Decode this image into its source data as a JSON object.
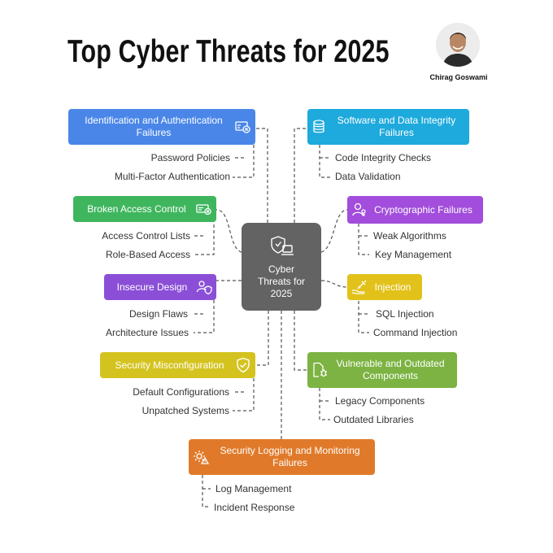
{
  "header": {
    "title": "Top Cyber Threats for 2025",
    "author": "Chirag Goswami"
  },
  "center": {
    "lines": [
      "Cyber",
      "Threats for",
      "2025"
    ],
    "icon": "shield-laptop-icon"
  },
  "colors": {
    "blue": "#4a86e8",
    "cyan": "#1eaadc",
    "green": "#3fb65e",
    "purple": "#a24ddb",
    "violet": "#8a4fd6",
    "yellow": "#e2c21a",
    "olive": "#b8c41c",
    "lime": "#7cb342",
    "orange": "#e07a2a",
    "center": "#636363"
  },
  "categories": [
    {
      "label": "Identification and Authentication Failures",
      "icon": "id-card-x-icon",
      "items": [
        "Password Policies",
        "Multi-Factor Authentication"
      ]
    },
    {
      "label": "Software and Data Integrity Failures",
      "icon": "database-icon",
      "items": [
        "Code Integrity Checks",
        "Data Validation"
      ]
    },
    {
      "label": "Broken Access Control",
      "icon": "access-card-icon",
      "items": [
        "Access Control Lists",
        "Role-Based Access"
      ]
    },
    {
      "label": "Cryptographic Failures",
      "icon": "user-key-icon",
      "items": [
        "Weak Algorithms",
        "Key Management"
      ]
    },
    {
      "label": "Insecure Design",
      "icon": "user-shield-icon",
      "items": [
        "Design Flaws",
        "Architecture Issues"
      ]
    },
    {
      "label": "Injection",
      "icon": "syringe-hand-icon",
      "items": [
        "SQL Injection",
        "Command Injection"
      ]
    },
    {
      "label": "Security Misconfiguration",
      "icon": "shield-check-icon",
      "items": [
        "Default Configurations",
        "Unpatched Systems"
      ]
    },
    {
      "label": "Vulnerable and Outdated Components",
      "icon": "file-bug-icon",
      "items": [
        "Legacy Components",
        "Outdated Libraries"
      ]
    },
    {
      "label": "Security Logging and Monitoring Failures",
      "icon": "gear-alert-icon",
      "items": [
        "Log Management",
        "Incident Response"
      ]
    }
  ]
}
